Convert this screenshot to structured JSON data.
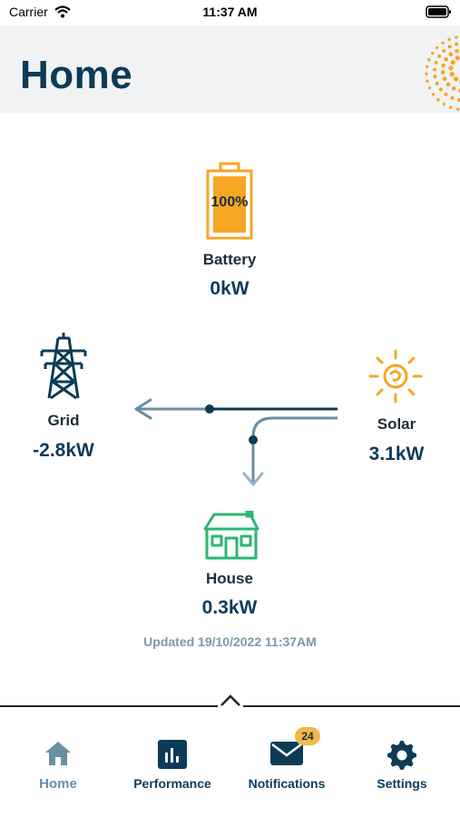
{
  "status_bar": {
    "carrier": "Carrier",
    "time": "11:37 AM"
  },
  "header": {
    "title": "Home"
  },
  "colors": {
    "primary": "#0d3b57",
    "accent": "#f5a623",
    "house": "#2bb673",
    "muted": "#7c98a8"
  },
  "energy": {
    "battery": {
      "label": "Battery",
      "value": "0kW",
      "charge": "100%",
      "charge_fraction": 1.0
    },
    "grid": {
      "label": "Grid",
      "value": "-2.8kW"
    },
    "solar": {
      "label": "Solar",
      "value": "3.1kW"
    },
    "house": {
      "label": "House",
      "value": "0.3kW"
    },
    "updated": "Updated 19/10/2022 11:37AM"
  },
  "tabs": [
    {
      "label": "Home",
      "icon": "home-icon",
      "active": true
    },
    {
      "label": "Performance",
      "icon": "bar-chart-icon",
      "active": false
    },
    {
      "label": "Notifications",
      "icon": "mail-icon",
      "active": false,
      "badge": "24"
    },
    {
      "label": "Settings",
      "icon": "gear-icon",
      "active": false
    }
  ]
}
